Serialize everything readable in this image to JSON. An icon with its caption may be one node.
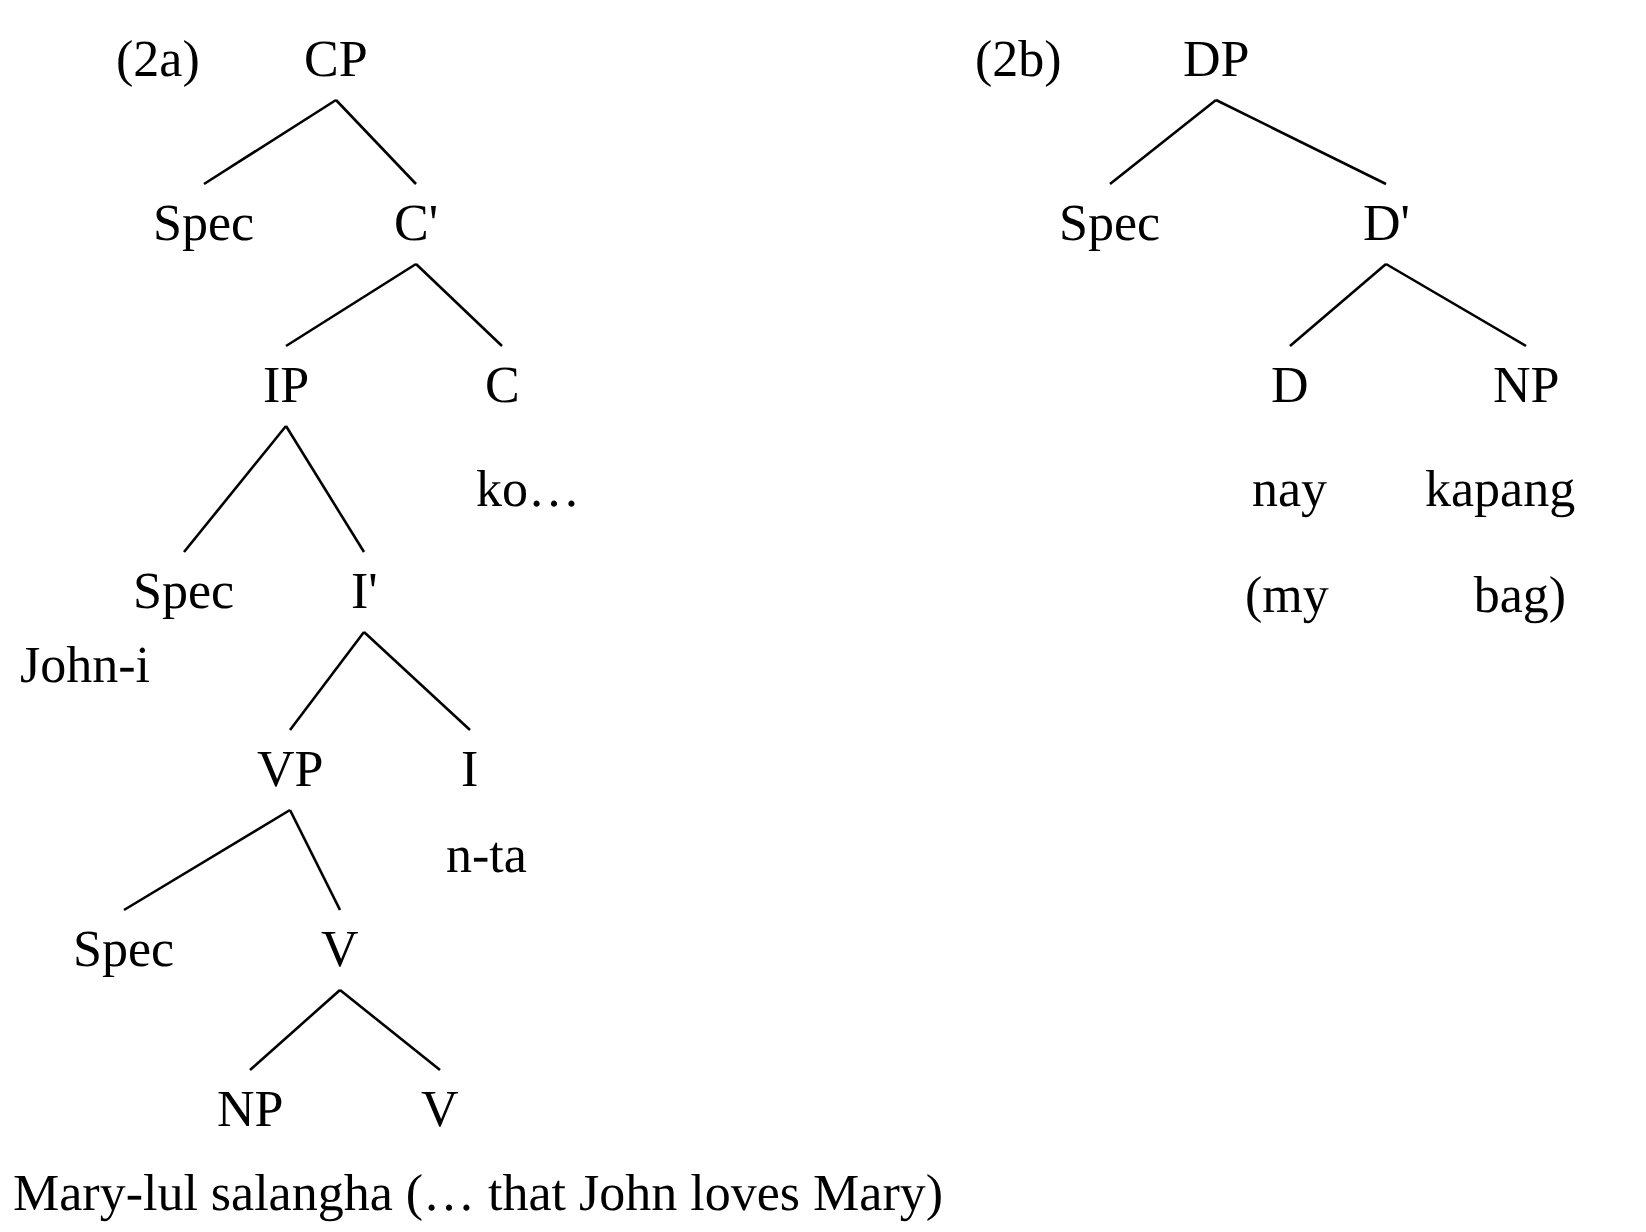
{
  "diagram": {
    "nodes": [
      {
        "text": [
          "CP"
        ]
      },
      {
        "text": [
          "Spec"
        ]
      },
      {
        "text": [
          "C'"
        ]
      },
      {
        "text": [
          "IP"
        ]
      },
      {
        "text": [
          "C",
          "ko…"
        ]
      },
      {
        "text": [
          "Spec",
          "John-i"
        ]
      },
      {
        "text": [
          "I'"
        ]
      },
      {
        "text": [
          "VP"
        ]
      },
      {
        "text": [
          "I",
          "n-ta"
        ]
      },
      {
        "text": [
          "Spec"
        ]
      },
      {
        "text": [
          "V"
        ]
      },
      {
        "text": [
          "NP"
        ]
      },
      {
        "text": [
          "V"
        ]
      },
      {
        "text": [
          "DP"
        ]
      },
      {
        "text": [
          "Spec"
        ]
      },
      {
        "text": [
          "D'"
        ]
      },
      {
        "text": [
          "D",
          "nay"
        ]
      },
      {
        "text": [
          "NP",
          "kapang"
        ]
      }
    ],
    "edges": [
      {
        "from": 0,
        "to": 1,
        "arrow": "none"
      },
      {
        "from": 0,
        "to": 2,
        "arrow": "none"
      },
      {
        "from": 2,
        "to": 3,
        "arrow": "none"
      },
      {
        "from": 2,
        "to": 4,
        "arrow": "none"
      },
      {
        "from": 3,
        "to": 5,
        "arrow": "none"
      },
      {
        "from": 3,
        "to": 6,
        "arrow": "none"
      },
      {
        "from": 6,
        "to": 7,
        "arrow": "none"
      },
      {
        "from": 6,
        "to": 8,
        "arrow": "none"
      },
      {
        "from": 7,
        "to": 9,
        "arrow": "none"
      },
      {
        "from": 7,
        "to": 10,
        "arrow": "none"
      },
      {
        "from": 10,
        "to": 11,
        "arrow": "none"
      },
      {
        "from": 10,
        "to": 12,
        "arrow": "none"
      },
      {
        "from": 13,
        "to": 14,
        "arrow": "none"
      },
      {
        "from": 13,
        "to": 15,
        "arrow": "none"
      },
      {
        "from": 15,
        "to": 16,
        "arrow": "none"
      },
      {
        "from": 15,
        "to": 17,
        "arrow": "none"
      }
    ],
    "labels": [
      "(2a)",
      "(2b)",
      "(my bag)",
      "Mary-lul salangha (… that John loves Mary)"
    ]
  }
}
